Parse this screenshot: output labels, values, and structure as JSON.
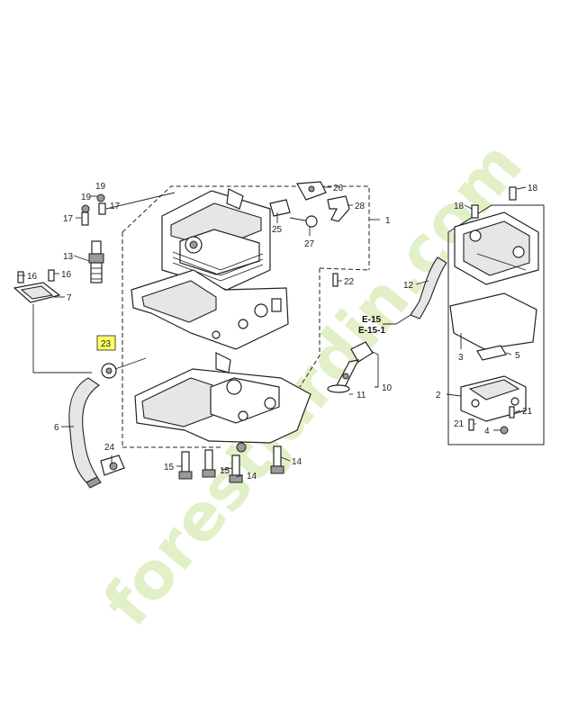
{
  "callouts": {
    "c1": "1",
    "c2": "2",
    "c3": "3",
    "c4": "4",
    "c5": "5",
    "c6": "6",
    "c7": "7",
    "c10": "10",
    "c11": "11",
    "c12": "12",
    "c13": "13",
    "c14a": "14",
    "c14b": "14",
    "c15a": "15",
    "c15b": "15",
    "c16a": "16",
    "c16b": "16",
    "c17a": "17",
    "c17b": "17",
    "c18a": "18",
    "c18b": "18",
    "c19a": "19",
    "c19b": "19",
    "c21a": "21",
    "c21b": "21",
    "c22": "22",
    "c23": "23",
    "c24": "24",
    "c25": "25",
    "c26": "26",
    "c27": "27",
    "c28": "28"
  },
  "references": {
    "ref1": "E-15",
    "ref2": "E-15-1"
  },
  "watermark": {
    "text": "forestjardin.com"
  },
  "highlight_color": "#ffff66"
}
